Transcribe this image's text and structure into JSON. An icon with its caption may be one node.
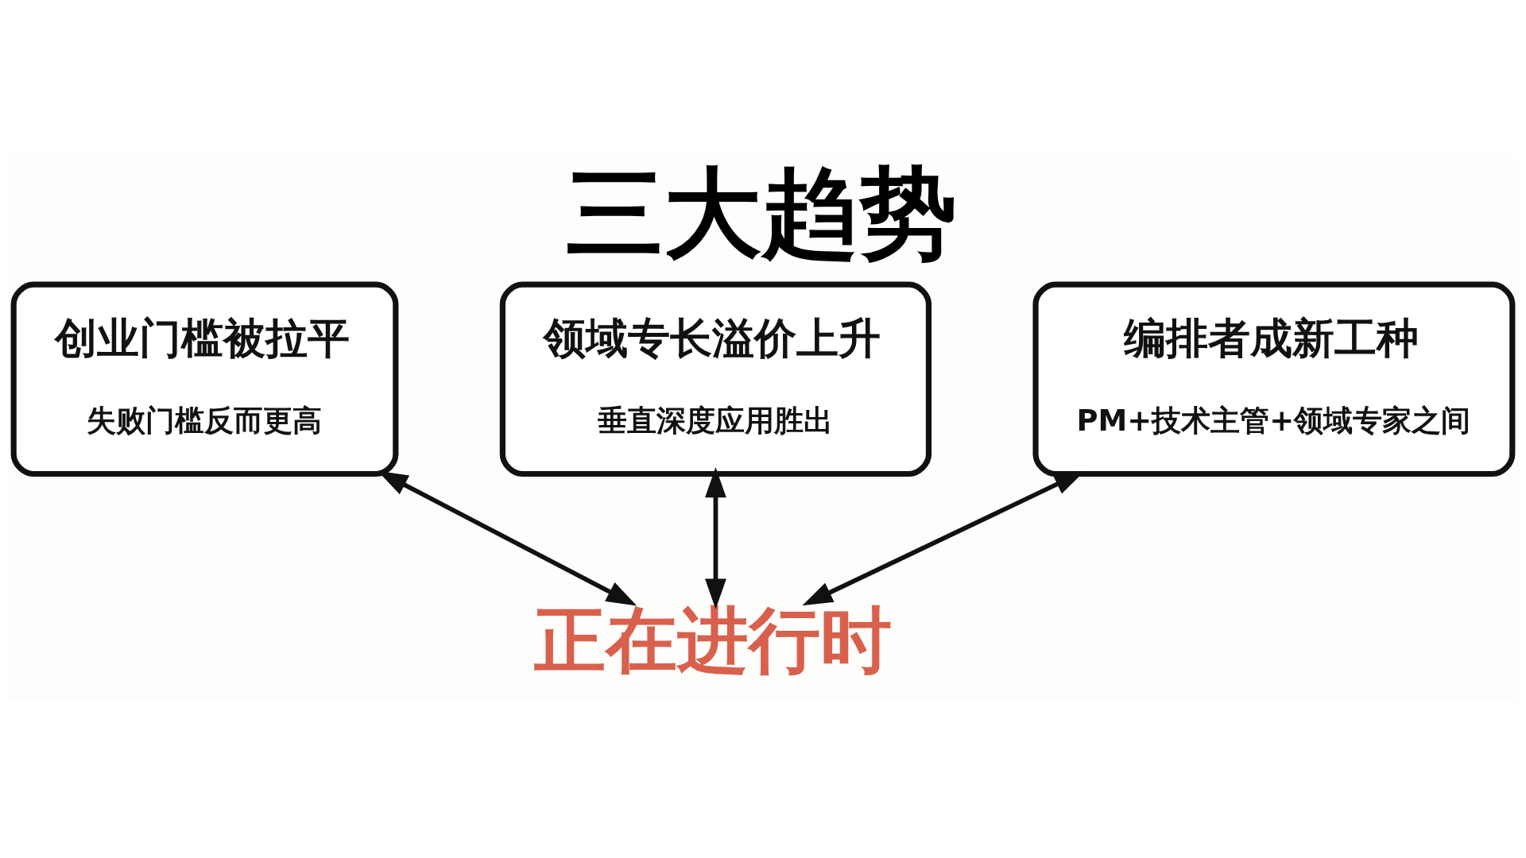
{
  "diagram": {
    "title": "三大趋势",
    "nodes": [
      {
        "text": [
          "创业门槛被拉平",
          "失败门槛反而更高"
        ]
      },
      {
        "text": [
          "领域专长溢价上升",
          "垂直深度应用胜出"
        ]
      },
      {
        "text": [
          "编排者成新工种",
          "PM+技术主管+领域专家之间"
        ]
      },
      {
        "text": [
          "正在进行时"
        ]
      }
    ],
    "edges": [
      {
        "from": 3,
        "to": 0,
        "arrow": "both"
      },
      {
        "from": 3,
        "to": 1,
        "arrow": "both"
      },
      {
        "from": 3,
        "to": 2,
        "arrow": "both"
      }
    ]
  }
}
